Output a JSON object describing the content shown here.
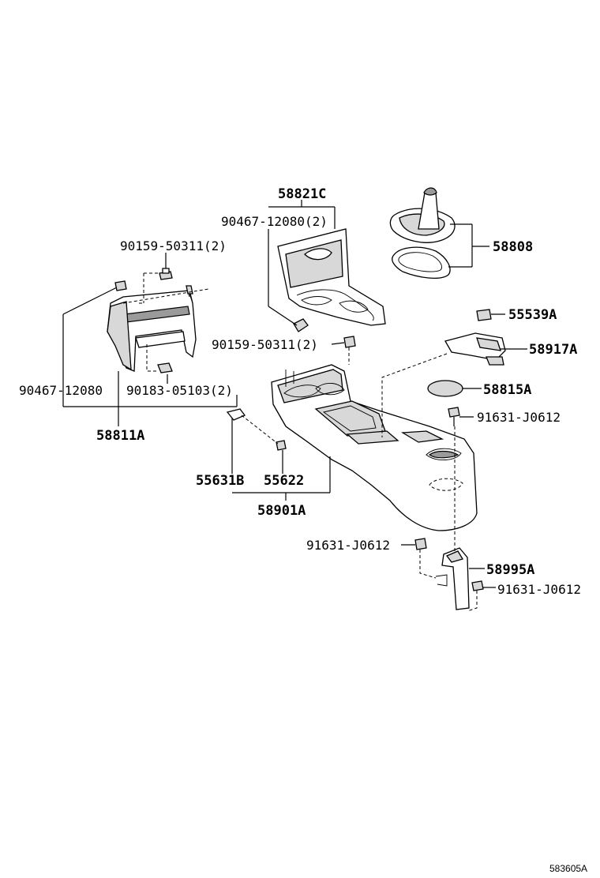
{
  "labels": {
    "p58821C": "58821C",
    "p90467_2": "90467-12080(2)",
    "p58808": "58808",
    "p90159_left": "90159-50311(2)",
    "p55539A": "55539A",
    "p90159_mid": "90159-50311(2)",
    "p58917A": "58917A",
    "p58815A": "58815A",
    "p90467_left": "90467-12080",
    "p90183": "90183-05103(2)",
    "p91631_a": "91631-J0612",
    "p58811A": "58811A",
    "p55631B": "55631B",
    "p55622": "55622",
    "p58901A": "58901A",
    "p91631_b": "91631-J0612",
    "p58995A": "58995A",
    "p91631_c": "91631-J0612",
    "diagram_code": "583605A"
  }
}
